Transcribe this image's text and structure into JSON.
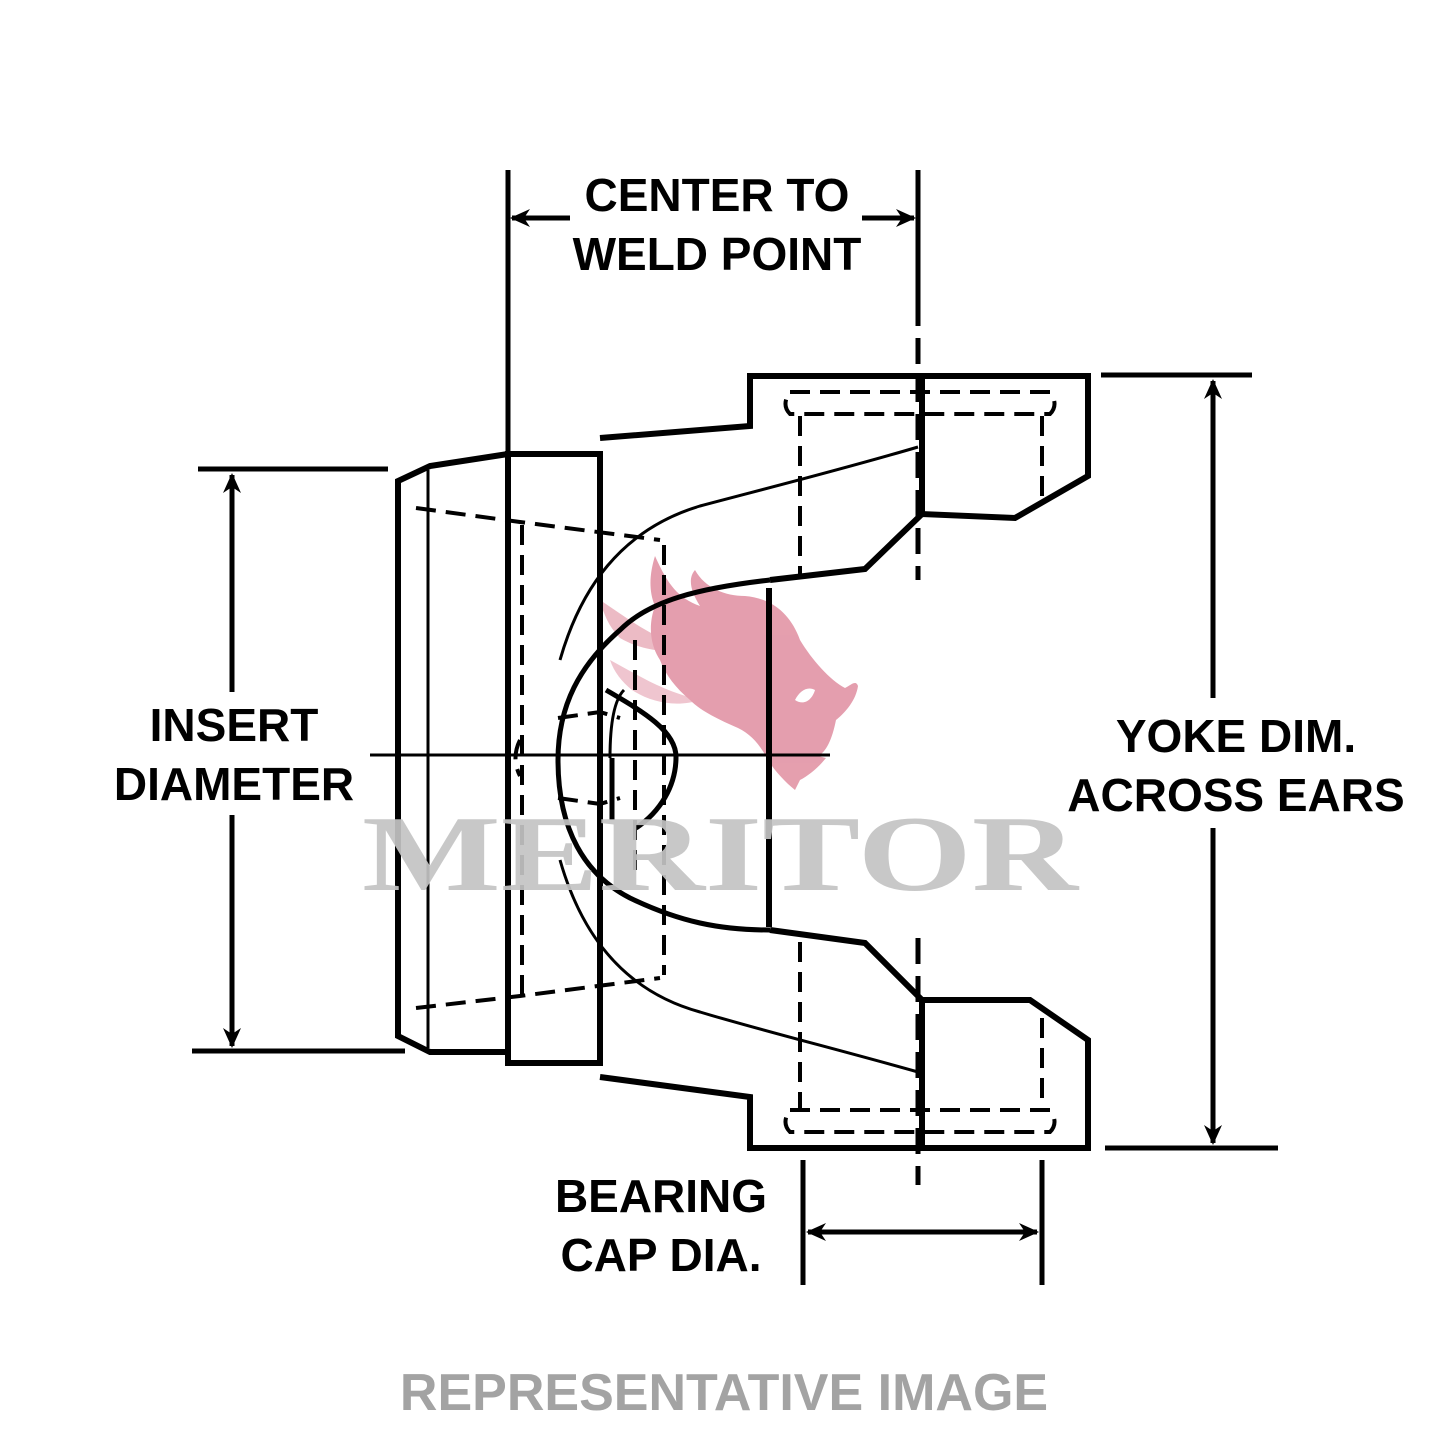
{
  "labels": {
    "center_to_weld_line1": "CENTER TO",
    "center_to_weld_line2": "WELD POINT",
    "insert_diameter_line1": "INSERT",
    "insert_diameter_line2": "DIAMETER",
    "yoke_dim_line1": "YOKE DIM.",
    "yoke_dim_line2": "ACROSS EARS",
    "bearing_cap_line1": "BEARING",
    "bearing_cap_line2": "CAP DIA."
  },
  "watermark": {
    "text": "MERITOR",
    "text_color": "#c4c4c4",
    "logo": "bull-head-icon",
    "logo_color": "#e08ea0"
  },
  "footer": {
    "text": "REPRESENTATIVE IMAGE",
    "color": "#a3a3a3"
  },
  "colors": {
    "line": "#000000",
    "background": "#ffffff"
  }
}
